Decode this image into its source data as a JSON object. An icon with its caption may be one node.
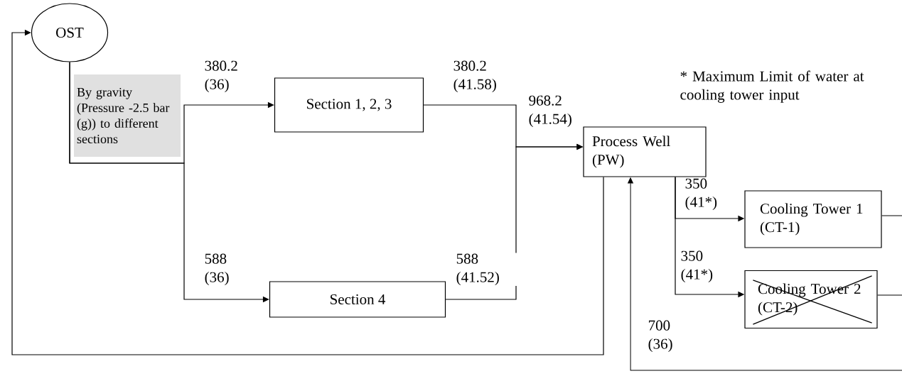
{
  "diagram": {
    "nodes": [
      {
        "text": [
          "OST"
        ]
      },
      {
        "text": [
          "By gravity (Pressure -2.5 bar (g)) to different sections"
        ]
      },
      {
        "text": [
          "Section 1, 2, 3"
        ]
      },
      {
        "text": [
          "Section 4"
        ]
      },
      {
        "text": [
          "Process Well (PW)"
        ]
      },
      {
        "text": [
          "Cooling Tower 1 (CT-1)"
        ]
      },
      {
        "text": [
          "Cooling Tower 2 (CT-2)"
        ]
      }
    ],
    "edges": [
      {
        "from": 0,
        "to": 2,
        "arrow": "to",
        "label": "380.2 (36)"
      },
      {
        "from": 0,
        "to": 3,
        "arrow": "to",
        "label": "588 (36)"
      },
      {
        "from": 2,
        "to": 4,
        "arrow": "to",
        "label": "380.2 (41.58)"
      },
      {
        "from": 3,
        "to": 4,
        "arrow": "to",
        "label": "588 (41.52)"
      },
      {
        "from": 4,
        "to": 5,
        "arrow": "to",
        "label": "350 (41*)"
      },
      {
        "from": 4,
        "to": 6,
        "arrow": "to",
        "label": "350 (41*)"
      },
      {
        "from": 4,
        "to": 0,
        "arrow": "to"
      },
      {
        "from": 5,
        "to": null,
        "arrow": "none"
      },
      {
        "from": 6,
        "to": null,
        "arrow": "none"
      },
      {
        "from": null,
        "to": 4,
        "arrow": "to",
        "label": "700 (36)"
      }
    ],
    "labels": [
      "968.2 (41.54)",
      "* Maximum Limit of water at cooling tower input"
    ]
  }
}
